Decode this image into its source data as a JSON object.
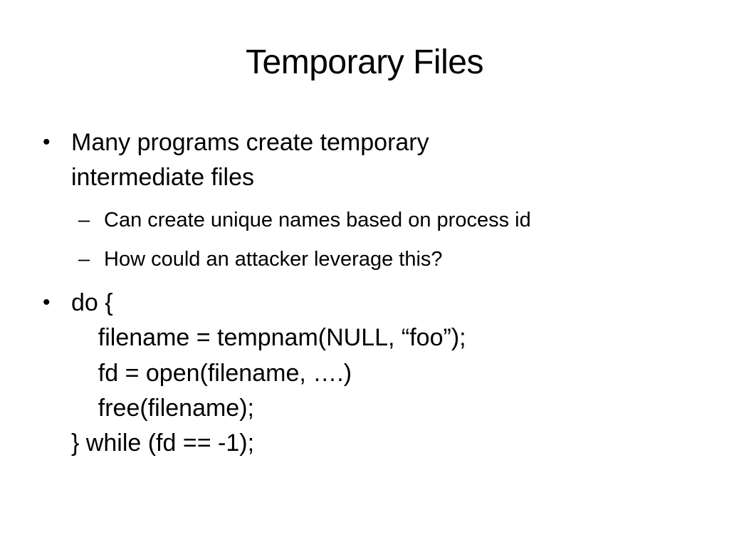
{
  "slide": {
    "title": "Temporary Files",
    "markers": {
      "bullet": "•",
      "dash": "–"
    },
    "bullet1": {
      "text": "Many programs create temporary intermediate files",
      "sub1": "Can create unique names based on process id",
      "sub2": "How could an attacker leverage this?"
    },
    "code": {
      "lines": [
        "do {",
        "    filename = tempnam(NULL, “foo”);",
        "    fd = open(filename, ….)",
        "    free(filename);",
        "} while (fd == -1);"
      ]
    }
  }
}
